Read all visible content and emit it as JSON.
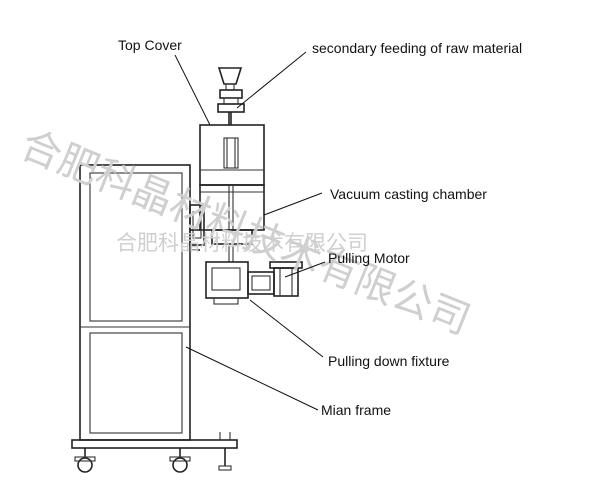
{
  "labels": {
    "top_cover": "Top Cover",
    "secondary_feeding": "secondary feeding of raw material",
    "vacuum_chamber": "Vacuum casting chamber",
    "pulling_motor": "Pulling Motor",
    "pulling_fixture": "Pulling down fixture",
    "main_frame": "Mian frame"
  },
  "watermarks": {
    "company_diag": "合肥科晶材料技术有限公司",
    "company_center": "合肥科晶材料技术有限公司"
  }
}
